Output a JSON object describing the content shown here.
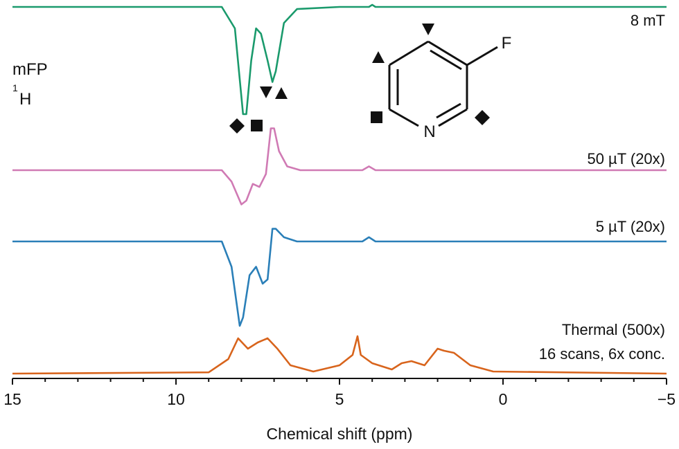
{
  "chart_data": {
    "type": "line",
    "xlabel": "Chemical shift (ppm)",
    "ylabel": "",
    "xlim": [
      15,
      -5
    ],
    "x_ticks": [
      15,
      10,
      5,
      0,
      -5
    ],
    "x_tick_labels": [
      "15",
      "10",
      "5",
      "0",
      "−5"
    ],
    "annotation_sample": "mFP",
    "annotation_nucleus_mass": "1",
    "annotation_nucleus": "H",
    "molecule": {
      "substituent": "F",
      "ring_atom": "N",
      "marker_shapes": [
        "diamond",
        "square",
        "triangle-down",
        "triangle-up"
      ]
    },
    "series": [
      {
        "name": "8 mT",
        "color": "#1a9a6c",
        "peak_markers": [
          "diamond",
          "square",
          "triangle-down",
          "triangle-up"
        ],
        "points": [
          [
            15,
            0
          ],
          [
            8.6,
            0
          ],
          [
            8.2,
            -0.2
          ],
          [
            7.95,
            -1.0
          ],
          [
            7.85,
            -1.0
          ],
          [
            7.7,
            -0.5
          ],
          [
            7.55,
            -0.2
          ],
          [
            7.4,
            -0.25
          ],
          [
            7.2,
            -0.5
          ],
          [
            7.05,
            -0.7
          ],
          [
            6.95,
            -0.6
          ],
          [
            6.7,
            -0.15
          ],
          [
            6.3,
            -0.02
          ],
          [
            5.0,
            0
          ],
          [
            4.1,
            0
          ],
          [
            4.0,
            0.02
          ],
          [
            3.9,
            0
          ],
          [
            -5,
            0
          ]
        ]
      },
      {
        "name": "50 µT (20x)",
        "color": "#d07ab4",
        "points": [
          [
            15,
            0
          ],
          [
            8.6,
            0
          ],
          [
            8.3,
            -0.15
          ],
          [
            8.0,
            -0.45
          ],
          [
            7.85,
            -0.4
          ],
          [
            7.65,
            -0.18
          ],
          [
            7.45,
            -0.22
          ],
          [
            7.25,
            -0.05
          ],
          [
            7.1,
            0.55
          ],
          [
            7.0,
            0.55
          ],
          [
            6.85,
            0.25
          ],
          [
            6.6,
            0.05
          ],
          [
            6.2,
            0
          ],
          [
            4.3,
            0
          ],
          [
            4.1,
            0.05
          ],
          [
            3.9,
            0
          ],
          [
            -5,
            0
          ]
        ]
      },
      {
        "name": "5 µT (20x)",
        "color": "#2a7fb8",
        "points": [
          [
            15,
            0
          ],
          [
            8.6,
            0
          ],
          [
            8.3,
            -0.3
          ],
          [
            8.05,
            -1.0
          ],
          [
            7.95,
            -0.9
          ],
          [
            7.75,
            -0.4
          ],
          [
            7.55,
            -0.3
          ],
          [
            7.35,
            -0.5
          ],
          [
            7.2,
            -0.45
          ],
          [
            7.05,
            0.15
          ],
          [
            6.95,
            0.15
          ],
          [
            6.7,
            0.05
          ],
          [
            6.3,
            0
          ],
          [
            4.3,
            0
          ],
          [
            4.1,
            0.05
          ],
          [
            3.9,
            0
          ],
          [
            -5,
            0
          ]
        ]
      },
      {
        "name": "Thermal (500x)",
        "subtitle": "16 scans, 6x conc.",
        "color": "#d8641c",
        "points": [
          [
            15,
            0
          ],
          [
            9.0,
            0.03
          ],
          [
            8.4,
            0.35
          ],
          [
            8.1,
            0.85
          ],
          [
            7.8,
            0.6
          ],
          [
            7.5,
            0.75
          ],
          [
            7.2,
            0.85
          ],
          [
            6.9,
            0.6
          ],
          [
            6.5,
            0.2
          ],
          [
            5.8,
            0.05
          ],
          [
            5.0,
            0.2
          ],
          [
            4.6,
            0.45
          ],
          [
            4.45,
            0.9
          ],
          [
            4.35,
            0.45
          ],
          [
            4.0,
            0.25
          ],
          [
            3.4,
            0.1
          ],
          [
            3.1,
            0.25
          ],
          [
            2.8,
            0.3
          ],
          [
            2.4,
            0.2
          ],
          [
            2.0,
            0.6
          ],
          [
            1.8,
            0.55
          ],
          [
            1.5,
            0.5
          ],
          [
            1.0,
            0.2
          ],
          [
            0.3,
            0.05
          ],
          [
            -5,
            0
          ]
        ]
      }
    ]
  }
}
